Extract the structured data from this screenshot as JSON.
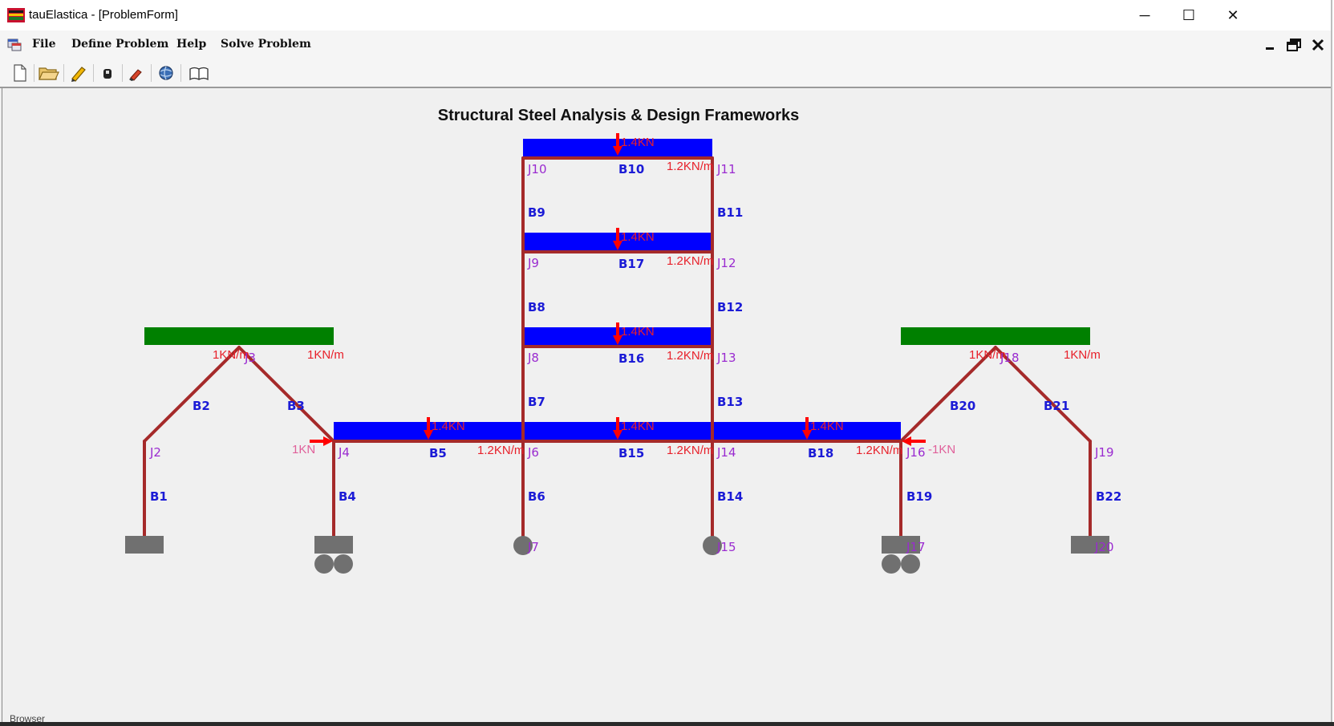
{
  "window": {
    "title": "tauElastica - [ProblemForm]",
    "minimize_glyph": "─",
    "maximize_glyph": "☐",
    "close_glyph": "✕"
  },
  "menu": {
    "items": [
      {
        "label": "File"
      },
      {
        "label": "Define Problem"
      },
      {
        "label": "Help"
      },
      {
        "label": "Solve Problem"
      }
    ],
    "mdi_icons": [
      "mdi-minimize-icon",
      "mdi-restore-icon",
      "mdi-close-icon"
    ]
  },
  "toolbar": {
    "buttons": [
      {
        "name": "new-document-icon"
      },
      {
        "name": "open-folder-icon"
      },
      {
        "name": "edit-pencil-icon"
      },
      {
        "name": "fix-support-icon"
      },
      {
        "name": "eraser-icon"
      },
      {
        "name": "solve-globe-icon"
      },
      {
        "name": "help-book-icon"
      }
    ]
  },
  "diagram": {
    "title": "Structural Steel Analysis & Design Frameworks",
    "colors": {
      "member": "#a52a2a",
      "distributed_load_blue": "#0000ff",
      "distributed_load_green": "#008000",
      "point_load": "#ff0000",
      "load_text": "#e8202a",
      "member_label": "#1b1bd6",
      "joint_label": "#9a2bd0",
      "support": "#707070"
    },
    "member_labels": [
      "B1",
      "B2",
      "B3",
      "B4",
      "B5",
      "B6",
      "B7",
      "B8",
      "B9",
      "B10",
      "B11",
      "B12",
      "B13",
      "B14",
      "B15",
      "B16",
      "B17",
      "B18",
      "B19",
      "B20",
      "B21",
      "B22"
    ],
    "joint_labels": [
      "J2",
      "J3",
      "J4",
      "J6",
      "J7",
      "J8",
      "J9",
      "J10",
      "J11",
      "J12",
      "J13",
      "J14",
      "J15",
      "J16",
      "J17",
      "J18",
      "J19",
      "J20"
    ],
    "point_load_label": "1.4KN",
    "distributed_load_label": "1.2KN/m",
    "roof_load_label": "1KN/m",
    "horizontal_load_left": "1KN",
    "horizontal_load_right": "-1KN"
  },
  "status": {
    "bottom_text": "Browser"
  }
}
